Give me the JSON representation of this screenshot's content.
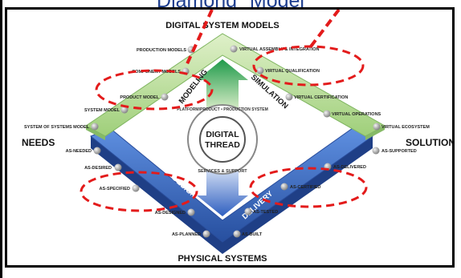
{
  "title": "Diamond\" Model",
  "headers": {
    "top": "DIGITAL SYSTEM MODELS",
    "bottom": "PHYSICAL SYSTEMS",
    "left": "NEEDS",
    "right": "SOLUTION"
  },
  "arms": {
    "modeling": "MODELING",
    "simulation": "SIMULATION",
    "design": "DESIGN",
    "delivery": "DELIVERY"
  },
  "center": {
    "line1": "DIGITAL",
    "line2": "THREAD",
    "ring_top": "PLATFORM/PRODUCT • PRODUCTION SYSTEM",
    "ring_bottom": "SERVICES & SUPPORT"
  },
  "labels": {
    "production_models": "PRODUCTION MODELS",
    "virtual_assembly": "VIRTUAL ASSEMBLY & INTEGRATION",
    "component_models": "COMPONENT MODELS",
    "virtual_qualification": "VIRTUAL QUALIFICATION",
    "product_model": "PRODUCT MODEL",
    "virtual_certification": "VIRTUAL CERTIFICATION",
    "system_model": "SYSTEM MODEL",
    "virtual_operations": "VIRTUAL OPERATIONS",
    "system_of_systems_model": "SYSTEM OF SYSTEMS MODEL",
    "virtual_ecosystem": "VIRTUAL ECOSYSTEM",
    "as_needed": "AS-NEEDED",
    "as_supported": "AS-SUPPORTED",
    "as_desired": "AS-DESIRED",
    "as_delivered": "AS-DELIVERED",
    "as_specified": "AS-SPECIFIED",
    "as_certified": "AS-CERTIFIED",
    "as_designed": "AS-DESIGNED",
    "as_tested": "AS-TESTED",
    "as_planned": "AS-PLANNED",
    "as_built": "AS-BUILT"
  },
  "colors": {
    "green_band": "#b9dc9a",
    "blue_band": "#3f6fc9",
    "highlight": "#e31b1b",
    "title": "#1f3f8f"
  }
}
